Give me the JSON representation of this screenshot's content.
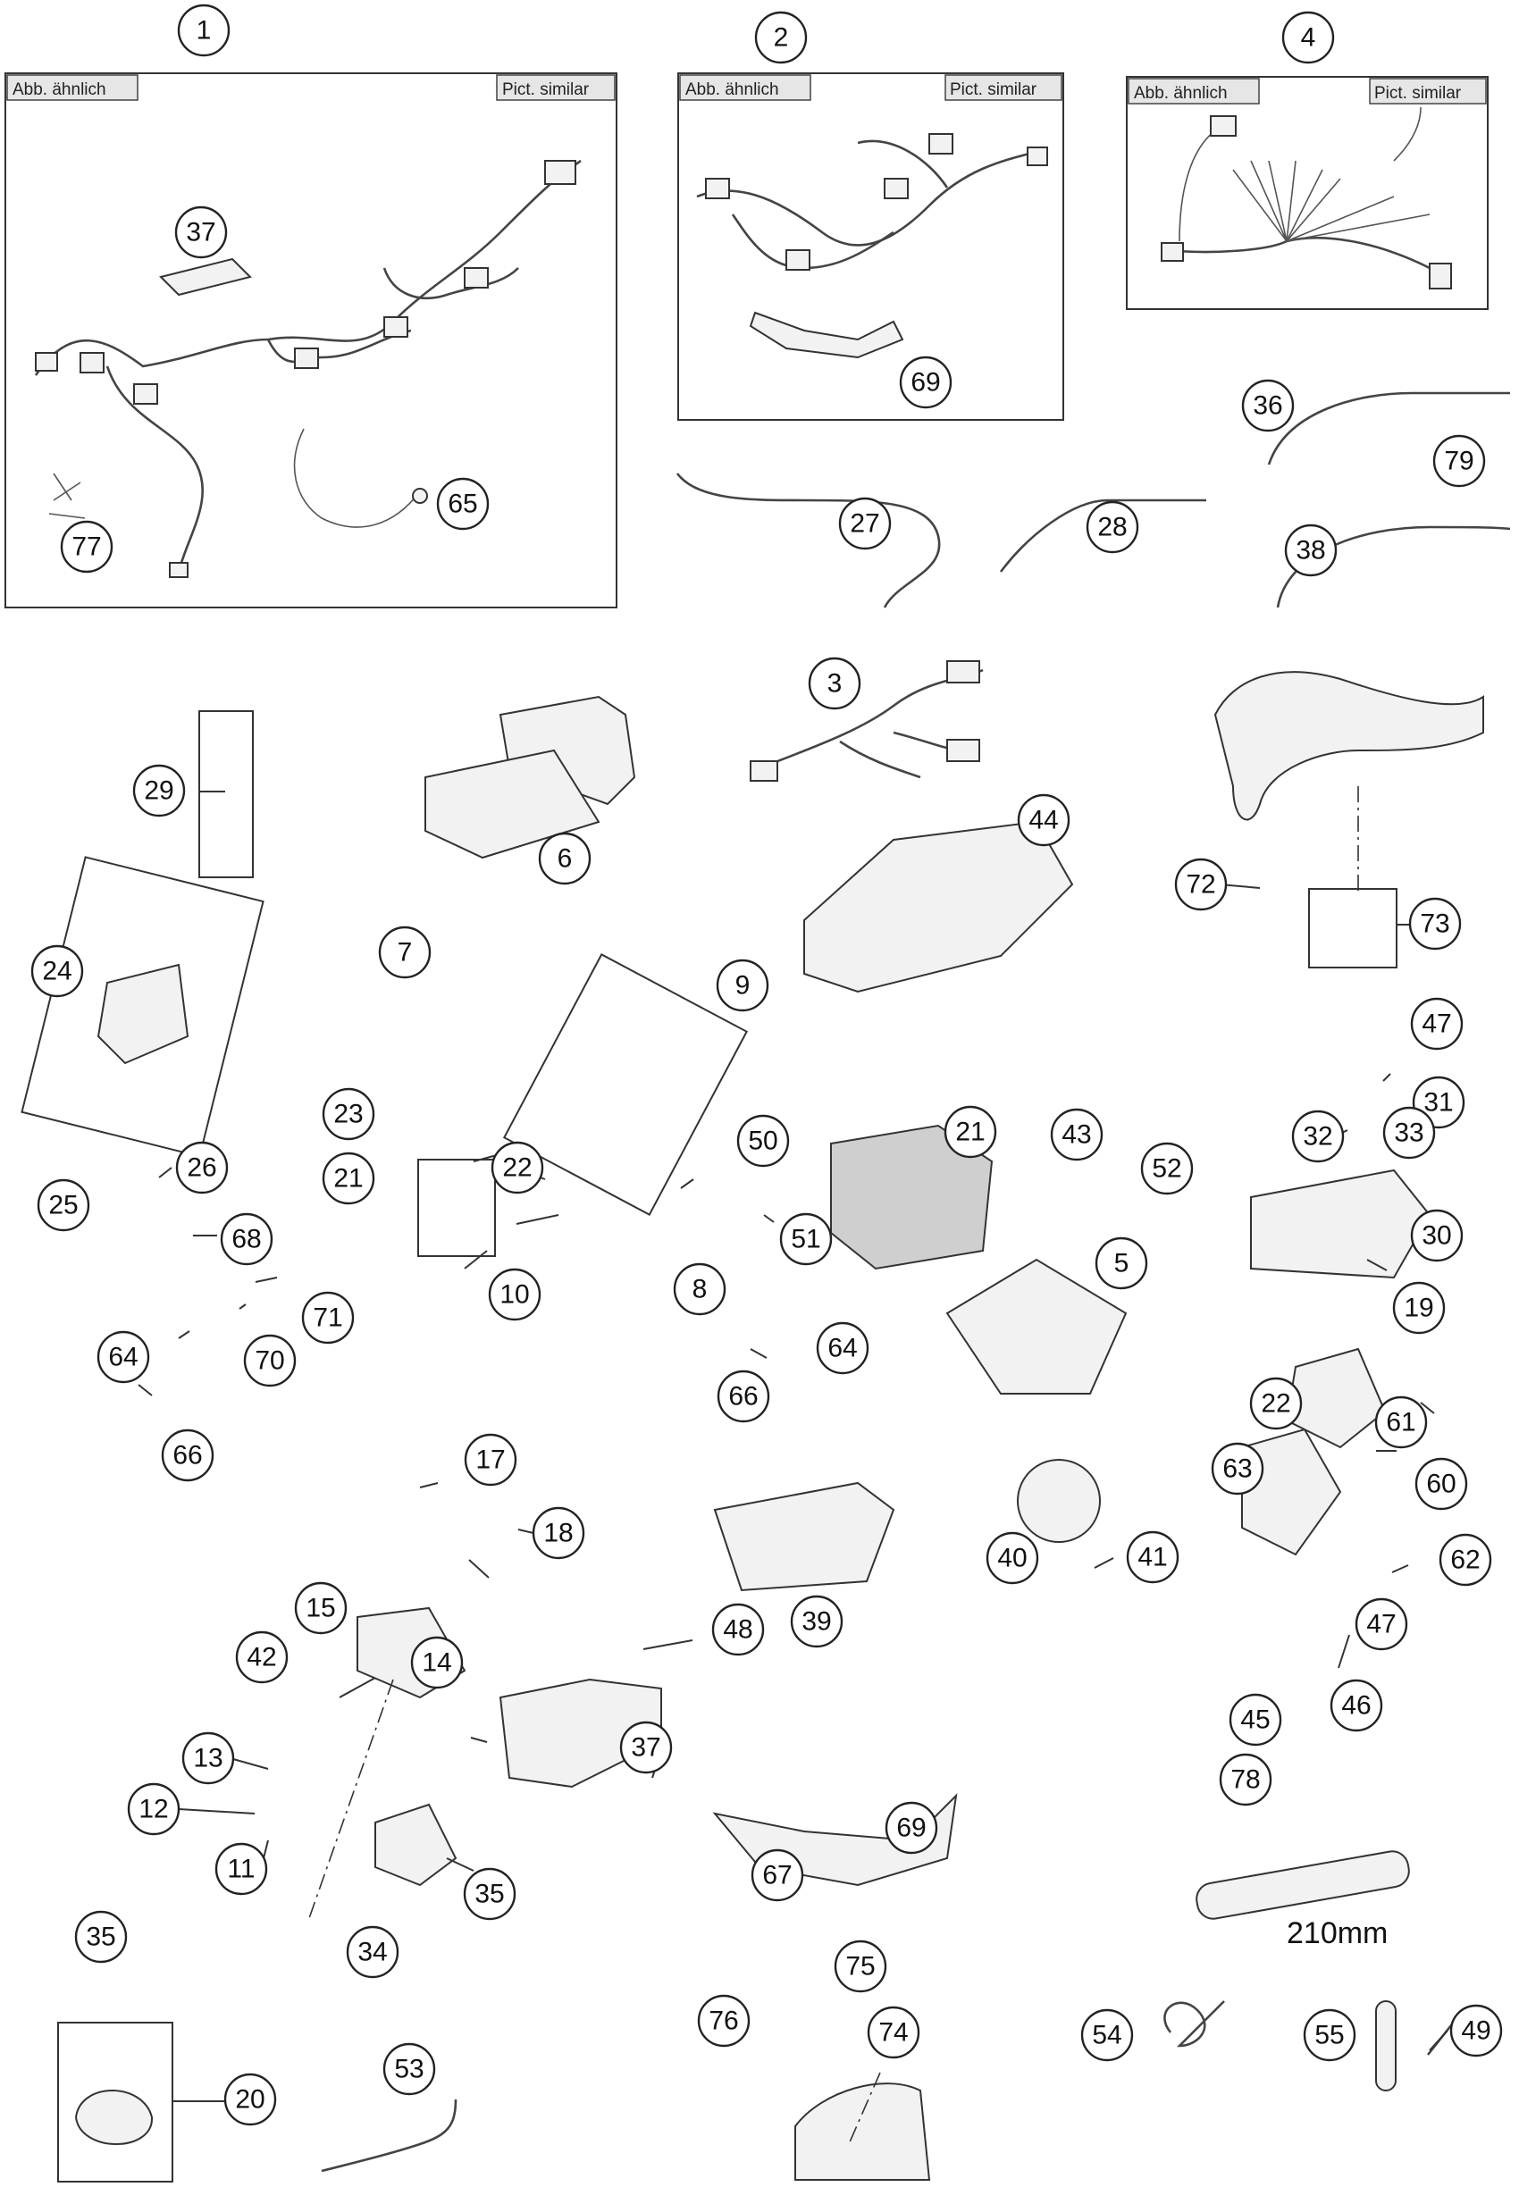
{
  "frame_labels": {
    "left": "Abb. ähnlich",
    "right": "Pict. similar"
  },
  "measure_label": "210mm",
  "callouts": [
    "1",
    "2",
    "4",
    "37",
    "69",
    "65",
    "77",
    "36",
    "79",
    "27",
    "28",
    "38",
    "3",
    "29",
    "44",
    "6",
    "72",
    "73",
    "24",
    "7",
    "9",
    "47",
    "32",
    "31",
    "23",
    "50",
    "21",
    "43",
    "33",
    "22",
    "21",
    "52",
    "30",
    "26",
    "51",
    "10",
    "8",
    "5",
    "25",
    "68",
    "19",
    "71",
    "64",
    "64",
    "70",
    "66",
    "22",
    "61",
    "63",
    "60",
    "66",
    "17",
    "62",
    "40",
    "41",
    "18",
    "39",
    "15",
    "47",
    "14",
    "48",
    "42",
    "45",
    "46",
    "37",
    "78",
    "13",
    "12",
    "69",
    "35",
    "11",
    "210mm",
    "34",
    "35",
    "67",
    "75",
    "54",
    "55",
    "49",
    "76",
    "74",
    "20",
    "53"
  ]
}
